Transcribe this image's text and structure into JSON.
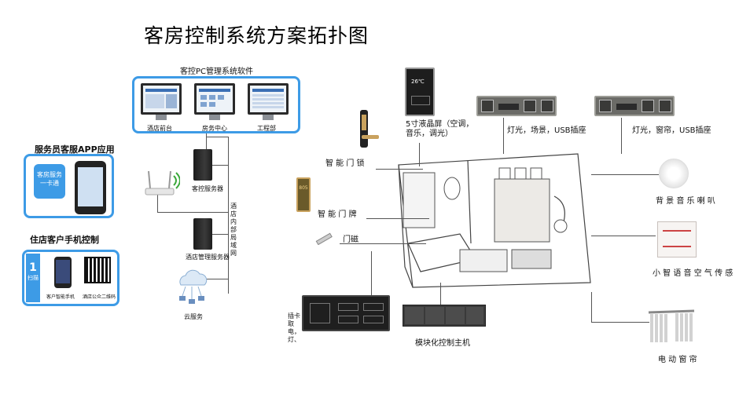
{
  "title": "客房控制系统方案拓扑图",
  "left": {
    "pc_software": {
      "label": "客控PC管理系统软件",
      "monitors": [
        "酒店前台",
        "房务中心",
        "工程部"
      ]
    },
    "app": {
      "label": "服务员客服APP应用",
      "app_icon_text": [
        "客房服务",
        "一卡通"
      ]
    },
    "guest": {
      "label": "住店客户手机控制",
      "step_number": "1",
      "step_text": "扫描",
      "phone_caption": "客户智能手机",
      "qr_caption": "酒店公众二维码"
    },
    "network": {
      "vertical_label": "酒店内部局域网",
      "guest_server": "客控服务器",
      "hotel_server": "酒店管理服务器",
      "cloud": "云服务"
    }
  },
  "devices": {
    "lcd": "5寸液晶屏（空调，音乐，调光）",
    "lcd_temp": "26℃",
    "lock": "智 能 门 锁",
    "door_sign": "智 能 门 牌",
    "door_sign_text": "805",
    "door_sensor": "门磁",
    "switch1": "灯光，场景，USB插座",
    "switch2": "灯光，窗帘，USB插座",
    "speaker": "背 景 音 乐 喇 叭",
    "air_sensor": "小 智 语 音 空 气 传 感",
    "curtain": "电 动 窗 帘",
    "card_switch": "插卡取电，灯、",
    "controller": "模块化控制主机"
  },
  "colors": {
    "accent": "#3d9be6",
    "wire": "#555555",
    "panel": "#6b6b67"
  }
}
